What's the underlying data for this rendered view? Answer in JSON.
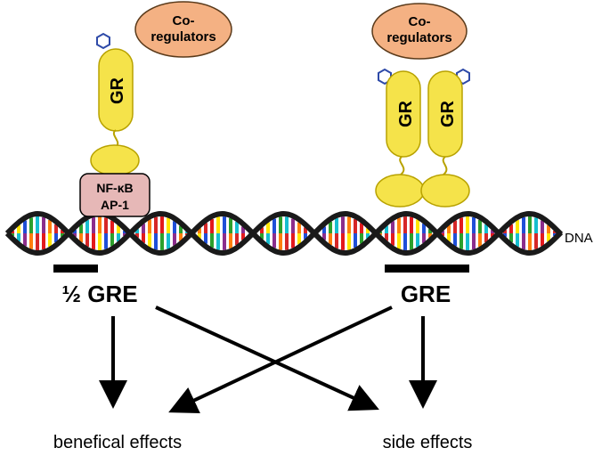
{
  "left_complex": {
    "coregulator_line1": "Co-",
    "coregulator_line2": "regulators",
    "receptor_label": "GR",
    "tf_line1": "NF-κB",
    "tf_line2": "AP-1",
    "element_label": "½ GRE"
  },
  "right_complex": {
    "coregulator_line1": "Co-",
    "coregulator_line2": "regulators",
    "receptor_label_1": "GR",
    "receptor_label_2": "GR",
    "element_label": "GRE"
  },
  "dna_label": "DNA",
  "outcomes": {
    "left": "benefical effects",
    "right": "side effects"
  },
  "colors": {
    "receptor_fill": "#f5e34a",
    "receptor_stroke": "#b8a200",
    "coregulator_fill": "#f4b183",
    "tf_box_fill": "#e6b8b7",
    "ligand_stroke": "#2e4aa8",
    "arrow": "#000000",
    "dna_backbone": "#1a1a1a",
    "base_pairs": [
      "#e31a1c",
      "#ffe600",
      "#1f4fd8",
      "#2ca02c",
      "#17becf",
      "#8c2d8c",
      "#ff7f0e",
      "#d62728"
    ]
  }
}
